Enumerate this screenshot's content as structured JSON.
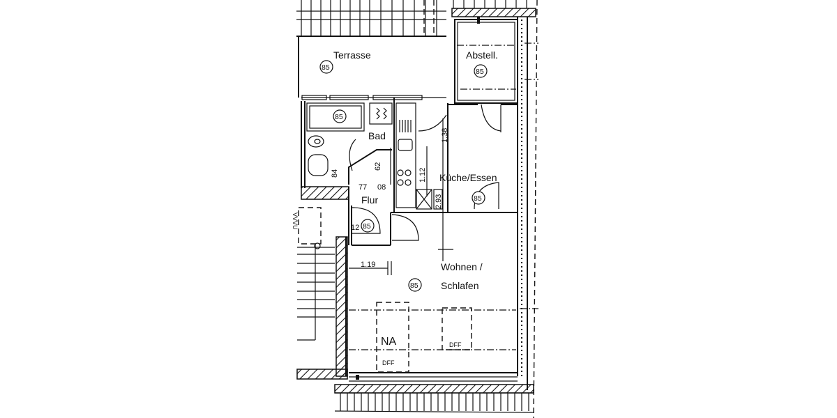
{
  "plan": {
    "rooms": [
      {
        "name": "Terrasse",
        "code": "85"
      },
      {
        "name": "Abstell.",
        "code": "85"
      },
      {
        "name": "Bad",
        "code": "85"
      },
      {
        "name": "Flur",
        "code": "85"
      },
      {
        "name": "Küche/Essen",
        "code": "85"
      },
      {
        "name": "Wohnen /",
        "name2": "Schlafen",
        "code": "85"
      }
    ],
    "dimensions": {
      "kitchen_depth": "1.38",
      "kitchen_counter": "1.12",
      "kitchen_small": "2.93",
      "bath_wall": "62",
      "bath_side": "84",
      "flur_width": "77",
      "flur_small": "08",
      "flur_door": "12",
      "living_wall": "1.19"
    },
    "furniture": {
      "na_label": "NA",
      "dff_label_1": "DFF",
      "dff_label_2": "DFF"
    },
    "stair_text": "VVVU"
  }
}
